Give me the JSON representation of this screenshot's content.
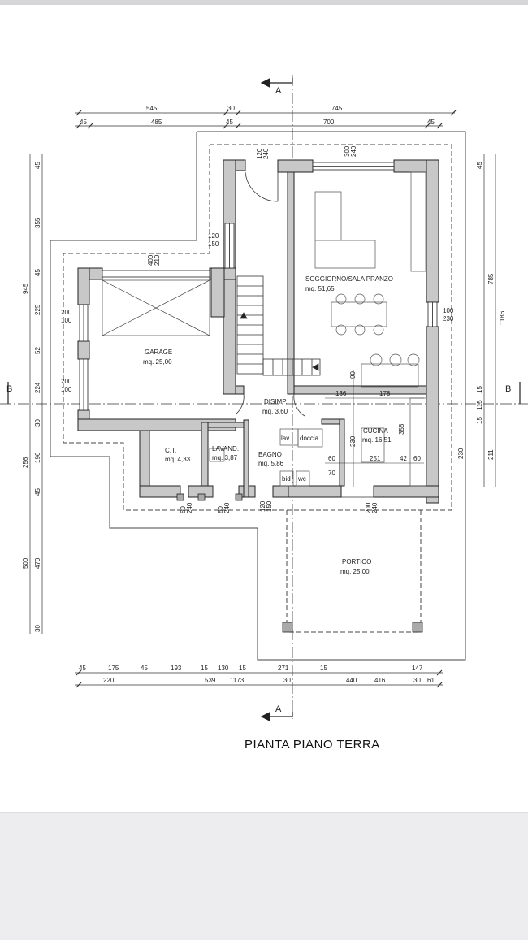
{
  "plan_title": "PIANTA PIANO TERRA",
  "section_markers": {
    "a": "A",
    "b": "B"
  },
  "rooms": {
    "soggiorno": {
      "name": "SOGGIORNO/SALA PRANZO",
      "area": "mq. 51,65"
    },
    "garage": {
      "name": "GARAGE",
      "area": "mq. 25,00"
    },
    "disimp": {
      "name": "DISIMP.",
      "area": "mq. 3,60"
    },
    "cucina": {
      "name": "CUCINA",
      "area": "mq. 16,51"
    },
    "ct": {
      "name": "C.T.",
      "area": "mq. 4,33"
    },
    "lavand": {
      "name": "LAVAND.",
      "area": "mq. 3,87"
    },
    "bagno": {
      "name": "BAGNO",
      "area": "mq. 5,86"
    },
    "portico": {
      "name": "PORTICO",
      "area": "mq. 25,00"
    }
  },
  "fixtures": {
    "lav": "lav",
    "doccia": "doccia",
    "bid": "bid",
    "wc": "wc"
  },
  "dims": {
    "top_row1": [
      "545",
      "30",
      "745"
    ],
    "top_row2": [
      "45",
      "485",
      "45",
      "700",
      "45"
    ],
    "bottom_row1": [
      "45",
      "175",
      "45",
      "193",
      "15",
      "130",
      "15",
      "271",
      "15",
      "147"
    ],
    "bottom_row2": [
      "220",
      "539",
      "1173",
      "30",
      "440",
      "416",
      "30",
      "61"
    ],
    "left_outer": [
      "945",
      "256",
      "500"
    ],
    "left_inner": [
      "45",
      "355",
      "45",
      "225",
      "52",
      "224",
      "30",
      "196",
      "45",
      "470",
      "30"
    ],
    "right_outer": [
      "785",
      "1186",
      "211"
    ],
    "right_inner": [
      "45",
      "15",
      "115",
      "15",
      "230"
    ],
    "openings": {
      "o1": [
        "120",
        "240"
      ],
      "o2": [
        "300",
        "240"
      ],
      "o3": [
        "120",
        "150"
      ],
      "o4": [
        "400",
        "210"
      ],
      "o5": [
        "200",
        "100"
      ],
      "o6": [
        "200",
        "100"
      ],
      "o7": [
        "100",
        "230"
      ],
      "o8": [
        "80",
        "240"
      ],
      "o9": [
        "60",
        "240"
      ],
      "o10": [
        "120",
        "150"
      ],
      "o11": [
        "200",
        "240"
      ]
    },
    "interior": {
      "d90": "90",
      "d136": "136",
      "d178": "178",
      "d230": "230",
      "d358": "358",
      "d60a": "60",
      "d251": "251",
      "d42": "42",
      "d60b": "60",
      "d70": "70"
    }
  }
}
